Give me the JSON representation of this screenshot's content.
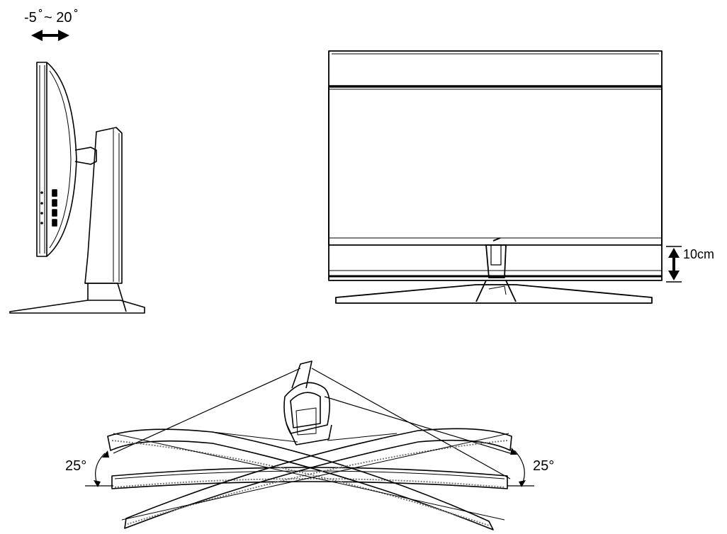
{
  "tilt": {
    "label_min": "-5",
    "label_max": "~ 20"
  },
  "height": {
    "label": "10cm"
  },
  "swivel": {
    "label_left": "25°",
    "label_right": "25°"
  },
  "colors": {
    "line": "#000000",
    "background": "#ffffff",
    "ring_fill": "#e6e6e6"
  }
}
